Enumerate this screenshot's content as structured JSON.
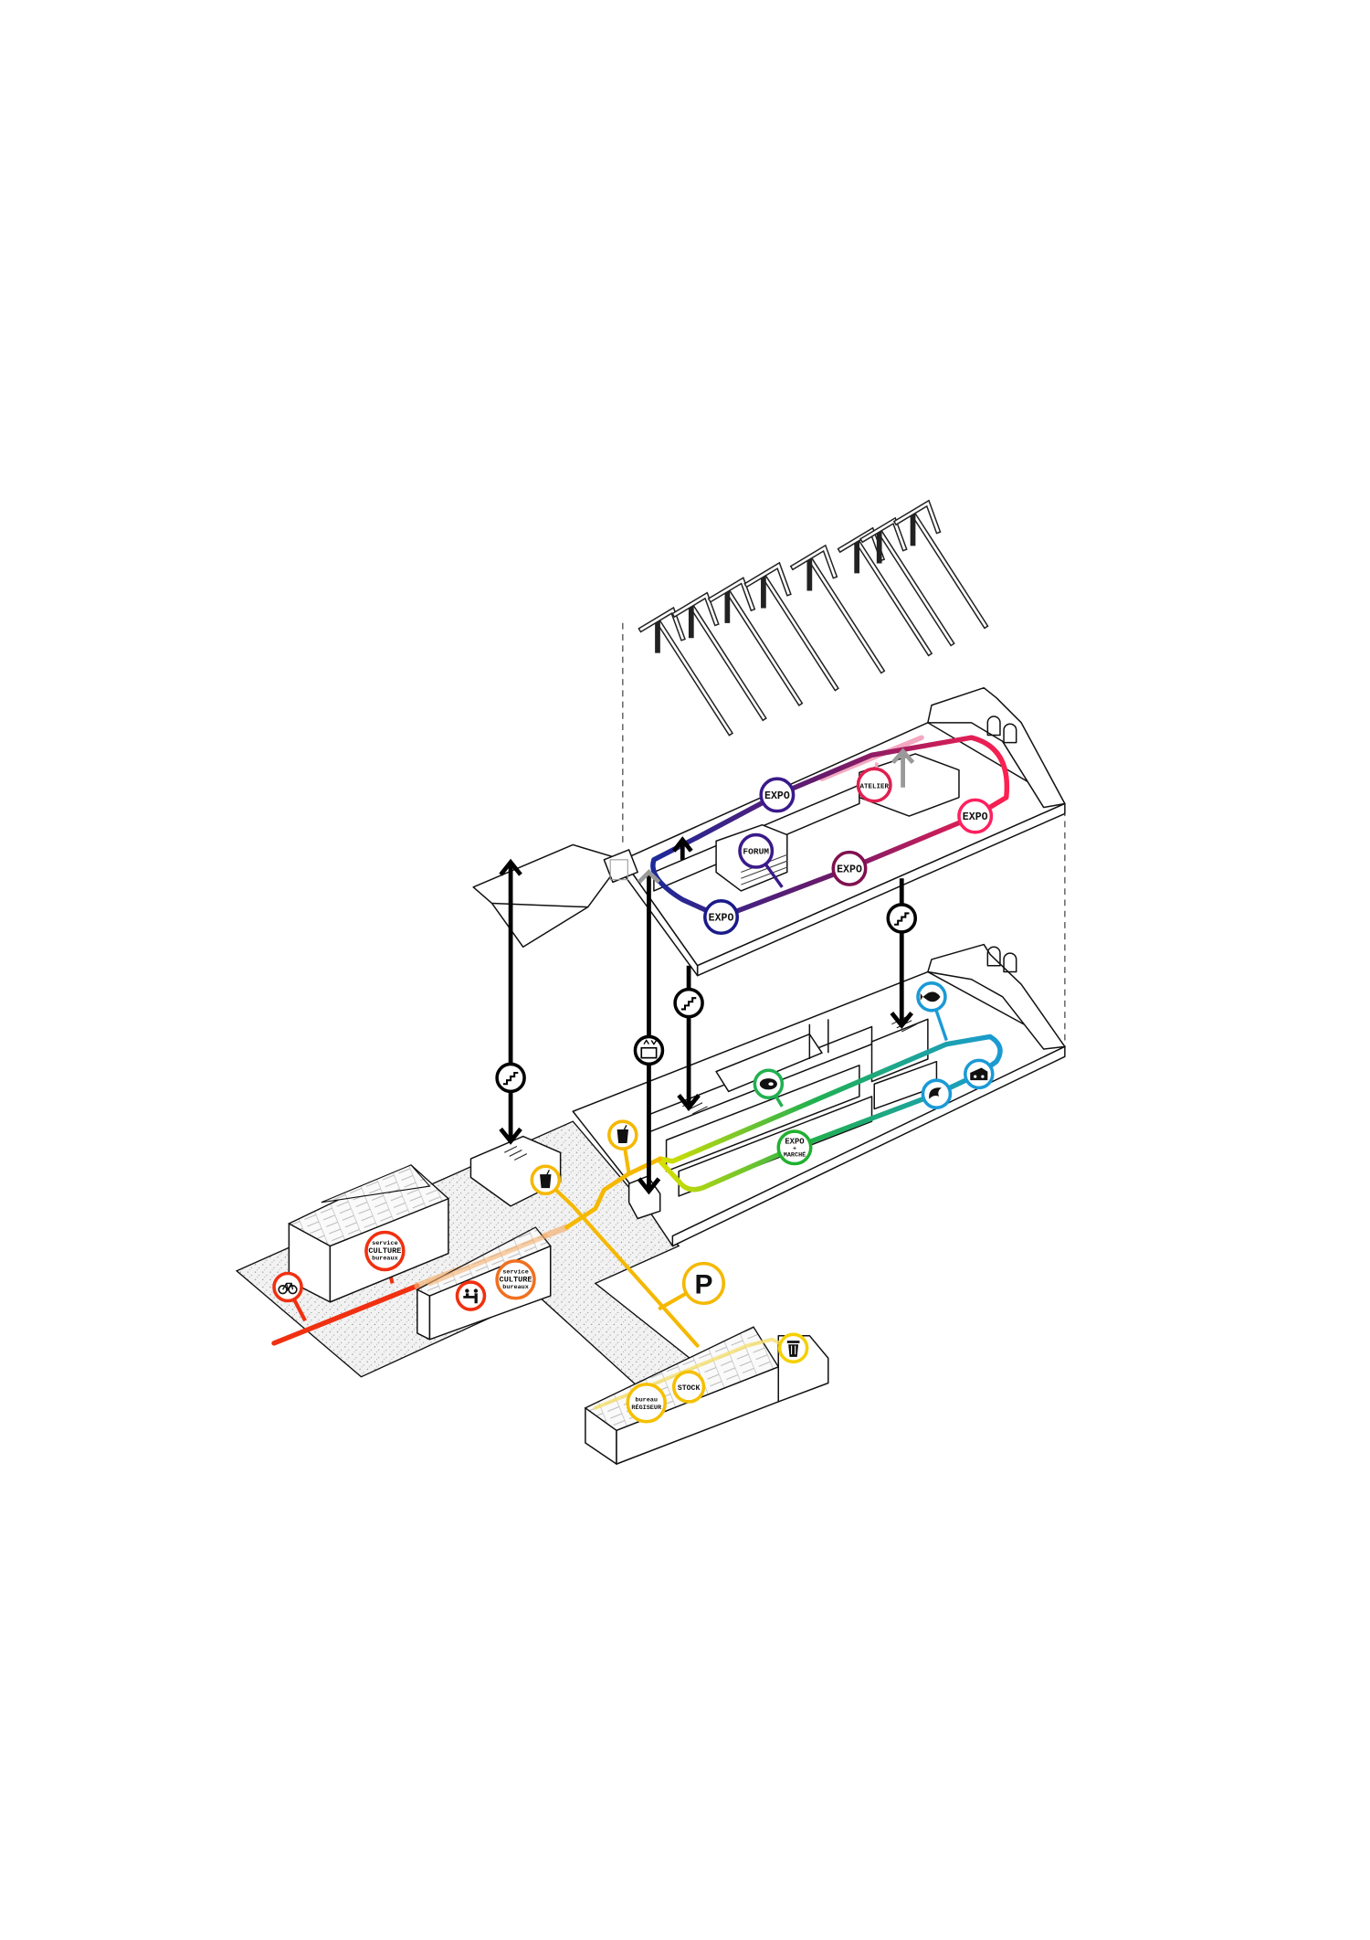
{
  "upper_floor": {
    "expo_top": "EXPO",
    "atelier": "ATELIER",
    "expo_right": "EXPO",
    "forum": "FORUM",
    "expo_middle": "EXPO",
    "expo_left": "EXPO"
  },
  "ground_floor": {
    "expo_marche": {
      "line1": "EXPO",
      "line2": "+",
      "line3": "MARCHÉ"
    }
  },
  "annexes": {
    "service_culture_red": {
      "line1": "service",
      "line2": "CULTURE",
      "line3": "bureaux"
    },
    "service_culture_orange": {
      "line1": "service",
      "line2": "CULTURE",
      "line3": "bureaux"
    },
    "parking": "P",
    "stock": "STOCK",
    "bureau_regisseur": {
      "line1": "bureau",
      "line2": "RÉGISEUR"
    }
  },
  "icons": [
    "stairs-icon",
    "elevator-icon",
    "fish-icon",
    "cheese-icon",
    "croissant-icon",
    "steak-icon",
    "drink-cup-icon",
    "bicycle-icon",
    "reception-desk-icon",
    "trash-bin-icon",
    "arrow-up-icon",
    "arrow-down-icon"
  ],
  "colors": {
    "upper_route_start": "#1a2a9a",
    "upper_route_mid": "#6a1a6a",
    "upper_route_end": "#ff2050",
    "atelier_link": "#f4a8c0",
    "ground_route_start": "#d8e000",
    "ground_route_mid": "#20b050",
    "ground_route_end": "#1a9ad6",
    "access_yellow": "#f5b800",
    "access_orange": "#f07020",
    "access_red": "#f03010",
    "vertical_circulation": "#000000"
  }
}
